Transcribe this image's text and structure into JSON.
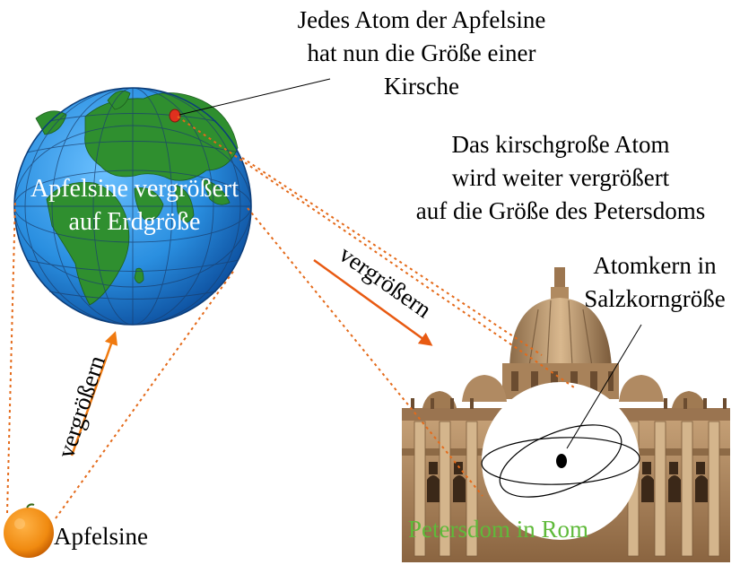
{
  "captions": {
    "top": [
      "Jedes Atom der Apfelsine",
      "hat nun die Größe einer",
      "Kirsche"
    ],
    "middle": [
      "Das kirschgroße Atom",
      "wird weiter vergrößert",
      "auf die Größe des Petersdoms"
    ],
    "nucleus": [
      "Atomkern in",
      "Salzkorngröße"
    ]
  },
  "labels": {
    "earth": [
      "Apfelsine vergrößert",
      "auf Erdgröße"
    ],
    "orange": "Apfelsine",
    "rome": "Petersdom in Rom",
    "enlarge_vertical": "vergrößern",
    "enlarge_diagonal": "vergrößern"
  },
  "icons": {
    "earth": "globe-icon",
    "orange": "orange-fruit-icon",
    "basilica": "st-peters-basilica-icon",
    "atom": "atom-model-icon"
  },
  "colors": {
    "ocean": "#2a8fe0",
    "land": "#2f8f2f",
    "arrow": "#f07a10",
    "dotted_line": "#e46a1a",
    "cherry_marker": "#e0301e",
    "rome_label": "#5fba3a",
    "building": "#b48a5e"
  }
}
